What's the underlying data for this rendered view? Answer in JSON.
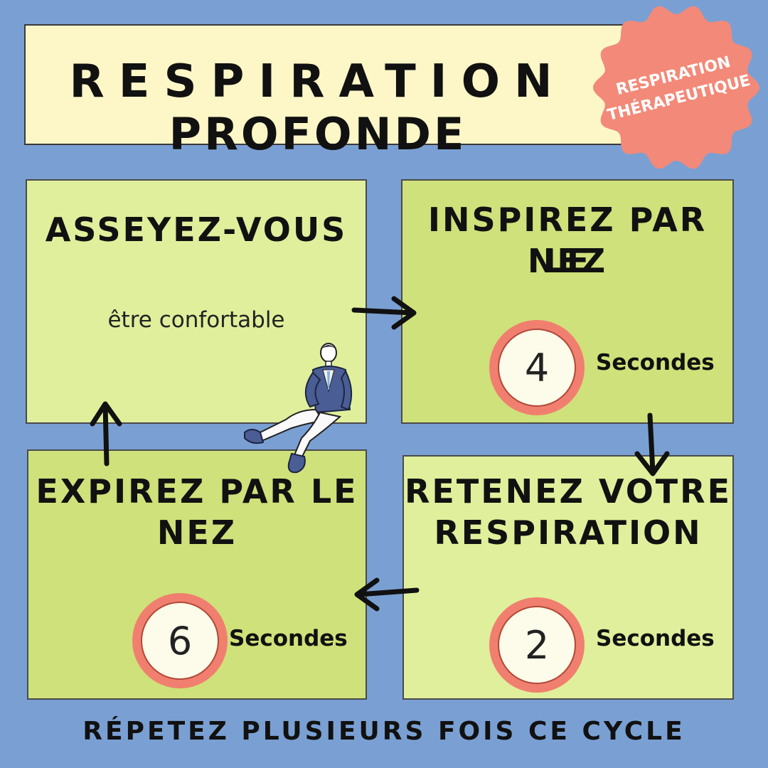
{
  "title": {
    "line1": "RESPIRATION",
    "line2": "PROFONDE"
  },
  "badge": {
    "line1": "RESPIRATION",
    "line2": "THÉRAPEUTIQUE",
    "color": "#f38978"
  },
  "steps": [
    {
      "heading": "ASSEYEZ-VOUS",
      "subtitle": "être confortable"
    },
    {
      "heading_line1": "INSPIREZ PAR LE",
      "heading_line2": "NEZ",
      "seconds": "4",
      "unit": "Secondes"
    },
    {
      "heading_line1": "RETENEZ VOTRE",
      "heading_line2": "RESPIRATION",
      "seconds": "2",
      "unit": "Secondes"
    },
    {
      "heading_line1": "EXPIREZ PAR LE",
      "heading_line2": "NEZ",
      "seconds": "6",
      "unit": "Secondes"
    }
  ],
  "footer": "RÉPETEZ PLUSIEURS FOIS CE CYCLE",
  "colors": {
    "background": "#7aa0d3",
    "title_box": "#fdf7c7",
    "card_light": "#e0ef9c",
    "card_dark": "#cfe17a",
    "timer_ring": "#f17f6f"
  },
  "icons": [
    "arrow-right-icon",
    "arrow-down-icon",
    "arrow-left-icon",
    "arrow-up-icon",
    "seated-man-illustration"
  ]
}
